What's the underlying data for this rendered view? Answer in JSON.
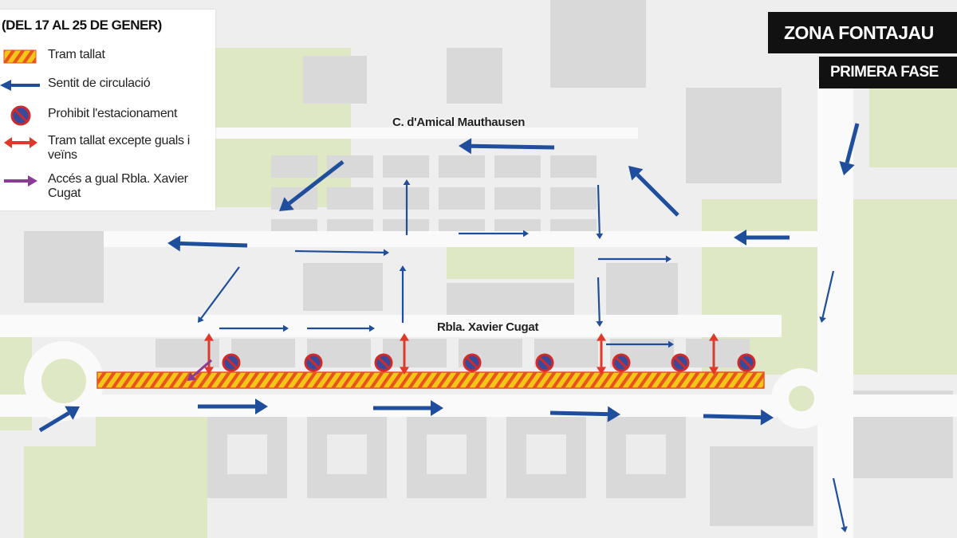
{
  "header": {
    "title": "ZONA FONTAJAU",
    "subtitle": "PRIMERA FASE"
  },
  "legend": {
    "dates": "(DEL 17 AL 25 DE GENER)",
    "items": [
      {
        "icon": "hatched-bar-icon",
        "label": "Tram tallat"
      },
      {
        "icon": "blue-arrow-icon",
        "label": "Sentit de circulació"
      },
      {
        "icon": "no-parking-icon",
        "label": "Prohibit l'estacionament"
      },
      {
        "icon": "red-double-arrow-icon",
        "label": "Tram tallat excepte guals i veïns"
      },
      {
        "icon": "purple-arrow-icon",
        "label": "Accés a gual Rbla. Xavier Cugat"
      }
    ]
  },
  "streets": {
    "north": "C. d'Amical Mauthausen",
    "main": "Rbla. Xavier Cugat"
  },
  "colors": {
    "traffic": "#1f4e9c",
    "closed_yellow": "#f5c518",
    "closed_orange": "#e8531e",
    "two_way": "#e0392b",
    "no_parking_blue": "#3a4a9a",
    "no_parking_red": "#d12a2a",
    "access": "#8b3a96",
    "green": "#dfe8c4",
    "block": "#d9d9d9"
  }
}
